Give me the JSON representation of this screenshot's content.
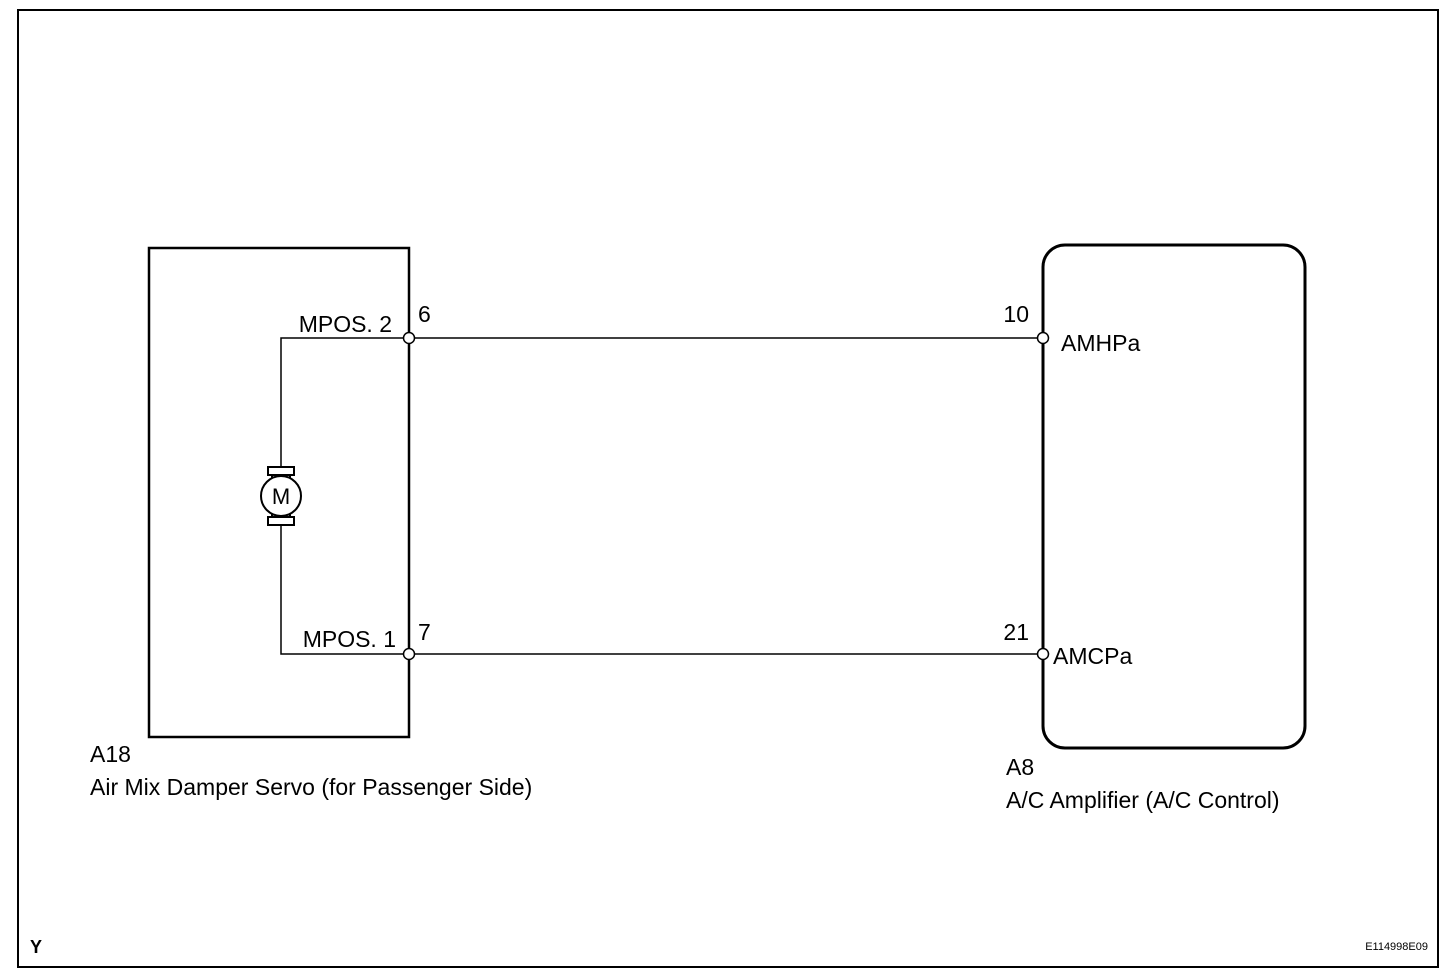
{
  "components": {
    "servo": {
      "code": "A18",
      "name": "Air Mix Damper Servo (for Passenger Side)",
      "motor_symbol": "M",
      "terminals": [
        {
          "label": "MPOS. 2",
          "pin": "6"
        },
        {
          "label": "MPOS. 1",
          "pin": "7"
        }
      ]
    },
    "amplifier": {
      "code": "A8",
      "name": "A/C Amplifier (A/C Control)",
      "terminals": [
        {
          "label": "AMHPa",
          "pin": "10"
        },
        {
          "label": "AMCPa",
          "pin": "21"
        }
      ]
    }
  },
  "footer": {
    "corner_letter": "Y",
    "figure_code": "E114998E09"
  },
  "colors": {
    "line": "#000000",
    "background": "#ffffff"
  }
}
